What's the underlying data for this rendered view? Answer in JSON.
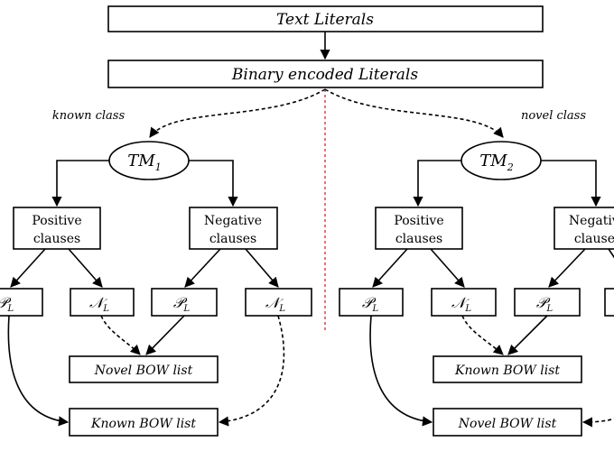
{
  "top": {
    "text_literals": "Text Literals",
    "binary_literals": "Binary encoded Literals"
  },
  "branches": {
    "known_class": "known class",
    "novel_class": "novel class"
  },
  "left": {
    "tm": {
      "base": "TM",
      "sub": "1"
    },
    "positive": [
      "Positive",
      "clauses"
    ],
    "negative": [
      "Negative",
      "clauses"
    ],
    "p_lit": {
      "base": "𝒫",
      "sub": "L"
    },
    "n_lit": {
      "base": "𝒩",
      "sub": "L"
    },
    "list_top": "Novel BOW list",
    "list_bottom": "Known BOW list"
  },
  "right": {
    "tm": {
      "base": "TM",
      "sub": "2"
    },
    "positive": [
      "Positive",
      "clauses"
    ],
    "negative": [
      "Negative",
      "clauses"
    ],
    "p_lit": {
      "base": "𝒫",
      "sub": "L"
    },
    "n_lit": {
      "base": "𝒩",
      "sub": "L"
    },
    "list_top": "Known BOW list",
    "list_bottom": "Novel BOW list"
  },
  "colors": {
    "divider": "#e0242a",
    "lines": "#000000"
  }
}
